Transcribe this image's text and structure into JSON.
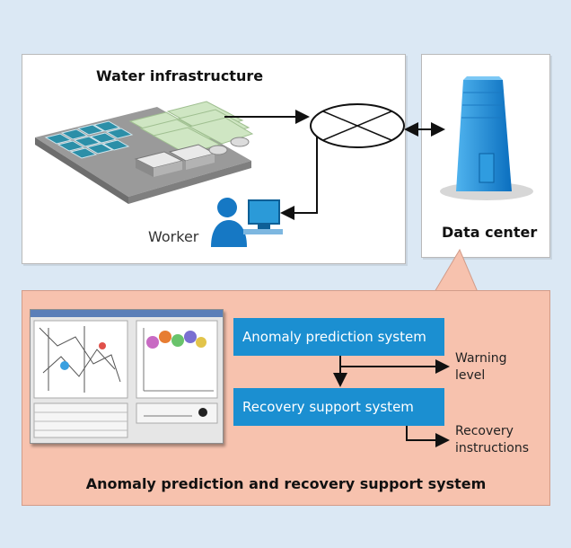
{
  "infrastructure": {
    "title": "Water infrastructure",
    "worker_label": "Worker"
  },
  "data_center": {
    "title": "Data center"
  },
  "support_system": {
    "title": "Anomaly prediction and recovery support system",
    "anomaly_box": "Anomaly prediction system",
    "recovery_box": "Recovery support system",
    "warning_output": "Warning\nlevel",
    "recovery_output": "Recovery\ninstructions"
  },
  "colors": {
    "background": "#dbe8f4",
    "support_panel": "#f7c2ae",
    "system_box": "#1b8fd1",
    "server": "#1e88d6"
  },
  "icons": [
    "water-plant-illustration",
    "network-hub-icon",
    "server-icon",
    "worker-icon",
    "software-screenshot"
  ]
}
